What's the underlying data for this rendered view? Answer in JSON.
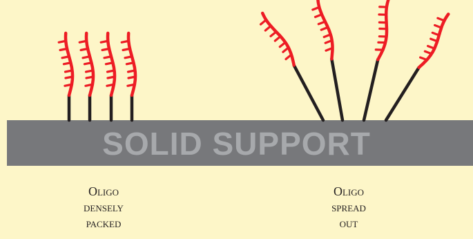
{
  "support_label": "SOLID SUPPORT",
  "captions": {
    "left": {
      "line1": "Oligo",
      "line2": "densely",
      "line3": "packed"
    },
    "right": {
      "line1": "Oligo",
      "line2": "spread",
      "line3": "out"
    }
  },
  "colors": {
    "background": "#fdf6c8",
    "support": "#77787b",
    "support_text": "#a7a9ac",
    "oligo": "#ed1c24",
    "linker": "#231f20"
  }
}
